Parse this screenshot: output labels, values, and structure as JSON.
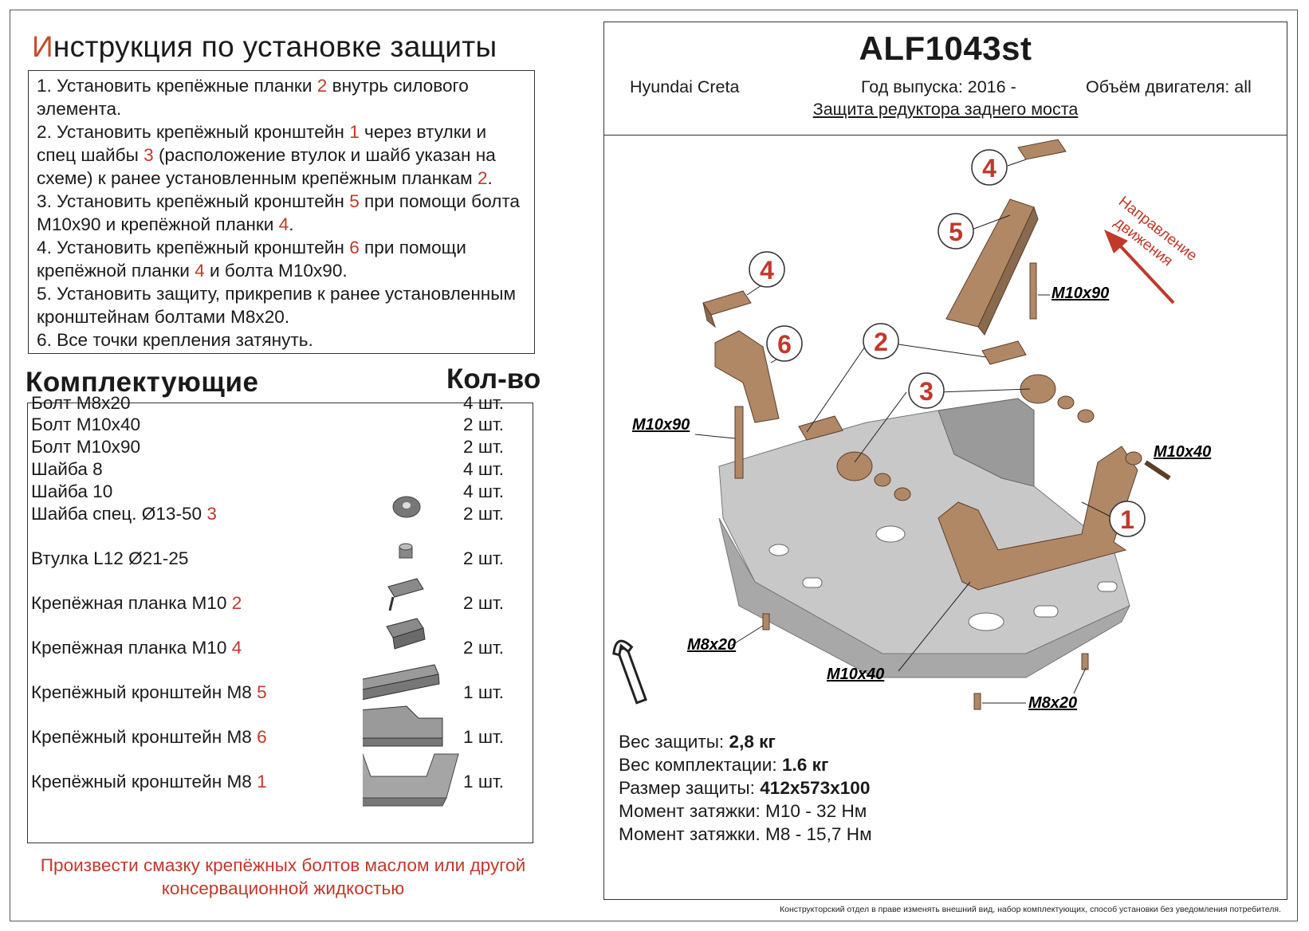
{
  "left": {
    "title_first": "И",
    "title_rest": "нструкция по установке защиты",
    "instructions": [
      {
        "a": "1.  Установить крепёжные планки ",
        "r": "2",
        "b": " внутрь силового элемента."
      },
      {
        "a": "2.  Установить крепёжный кронштейн ",
        "r": "1",
        "b": " через втулки и спец шайбы ",
        "r2": "3",
        "c": " (расположение втулок и шайб указан на схеме) к ранее установленным крепёжным планкам ",
        "r3": "2",
        "d": "."
      },
      {
        "a": "3.  Установить крепёжный кронштейн ",
        "r": "5",
        "b": " при помощи болта М10х90 и крепёжной планки ",
        "r2": "4",
        "c": "."
      },
      {
        "a": "4.  Установить крепёжный кронштейн ",
        "r": "6",
        "b": " при помощи крепёжной планки ",
        "r2": "4",
        "c": " и болта М10х90."
      },
      {
        "a": "5.  Установить защиту, прикрепив к ранее установленным кронштейнам болтами М8х20."
      },
      {
        "a": "6.  Все точки крепления затянуть."
      }
    ],
    "components_heading": "Комплектующие",
    "qty_heading": "Кол-во",
    "parts": [
      {
        "name": "Болт М8х20",
        "num": "",
        "qty": "4 шт."
      },
      {
        "name": "Болт М10х40",
        "num": "",
        "qty": "2 шт."
      },
      {
        "name": "Болт М10х90",
        "num": "",
        "qty": "2 шт."
      },
      {
        "name": "Шайба 8",
        "num": "",
        "qty": "4 шт."
      },
      {
        "name": "Шайба 10",
        "num": "",
        "qty": "4 шт."
      },
      {
        "name": "Шайба спец. Ø13-50  ",
        "num": "3",
        "qty": "2 шт."
      },
      {
        "name": "Втулка L12 Ø21-25",
        "num": "",
        "qty": "2 шт."
      },
      {
        "name": "Крепёжная планка М10 ",
        "num": "2",
        "qty": "2 шт."
      },
      {
        "name": "Крепёжная планка М10 ",
        "num": "4",
        "qty": "2 шт."
      },
      {
        "name": "Крепёжный кронштейн М8 ",
        "num": "5",
        "qty": "1 шт."
      },
      {
        "name": "Крепёжный кронштейн М8 ",
        "num": "6",
        "qty": "1 шт."
      },
      {
        "name": "Крепёжный кронштейн М8 ",
        "num": "1",
        "qty": "1 шт."
      }
    ],
    "note": "Произвести смазку крепёжных болтов маслом или другой консервационной жидкостью"
  },
  "right": {
    "code": "ALF1043st",
    "car": "Hyundai Creta",
    "year": "Год выпуска: 2016 -",
    "engine": "Объём двигателя: all",
    "subtitle": "Защита редуктора заднего моста",
    "direction": [
      "Направление",
      "движения"
    ],
    "callouts": {
      "c1": "1",
      "c2": "2",
      "c3": "3",
      "c4a": "4",
      "c4b": "4",
      "c5": "5",
      "c6": "6"
    },
    "bolt_labels": {
      "m10x90_right": "M10x90",
      "m10x90_left": "M10x90",
      "m10x40_right": "M10x40",
      "m10x40_bottom": "M10x40",
      "m8x20_left": "M8x20",
      "m8x20_right": "M8x20"
    },
    "specs": [
      {
        "label": "Вес защиты: ",
        "value": "2,8 кг"
      },
      {
        "label": "Вес комплектации: ",
        "value": "1.6 кг"
      },
      {
        "label": "Размер защиты: ",
        "value": "412х573х100"
      },
      {
        "label": "Момент затяжки:  ",
        "value": "M10 - 32 Нм",
        "plain": true
      },
      {
        "label": "Момент затяжки.  ",
        "value": "M8 - 15,7 Нм",
        "plain": true
      }
    ],
    "disclaimer": "Конструкторский отдел в праве изменять внешний вид, набор комплектующих, способ установки без уведомления потребителя."
  },
  "colors": {
    "accent_red": "#c0392b",
    "bracket": "#b08866",
    "plate": "#c8c8c8"
  }
}
